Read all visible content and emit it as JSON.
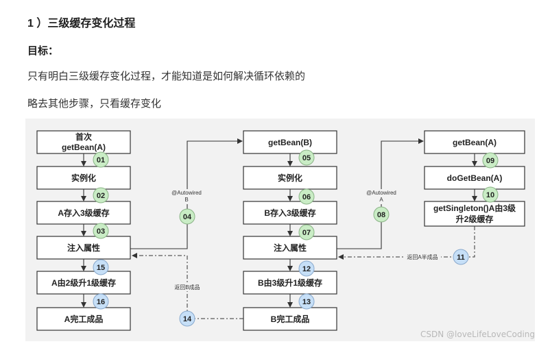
{
  "heading": "1 ）三级缓存变化过程",
  "subheading": "目标：",
  "paragraphs": [
    "只有明白三级缓存变化过程，才能知道是如何解决循环依赖的",
    "略去其他步骤，只看缓存变化"
  ],
  "watermark": "CSDN @loveLifeLoveCoding",
  "diagram": {
    "columnA": [
      "首次",
      "getBean(A)",
      "实例化",
      "A存入3级缓存",
      "注入属性",
      "A由2级升1级缓存",
      "A完工成品"
    ],
    "columnB": [
      "getBean(B)",
      "实例化",
      "B存入3级缓存",
      "注入属性",
      "B由3级升1级缓存",
      "B完工成品"
    ],
    "columnC": [
      "getBean(A)",
      "doGetBean(A)",
      "getSingleton()A由3级",
      "升2级缓存"
    ],
    "steps": [
      "01",
      "02",
      "03",
      "04",
      "05",
      "06",
      "07",
      "08",
      "09",
      "10",
      "11",
      "12",
      "13",
      "14",
      "15",
      "16"
    ],
    "labels": {
      "autowired_b": [
        "@Autowired",
        "B"
      ],
      "autowired_a": [
        "@Autowired",
        "A"
      ],
      "return_b": "返回B成品",
      "return_a": "返回A半成品"
    },
    "colors": {
      "green": "#c9ecc5",
      "blue": "#c6dff7",
      "background": "#f2f2f2"
    }
  }
}
